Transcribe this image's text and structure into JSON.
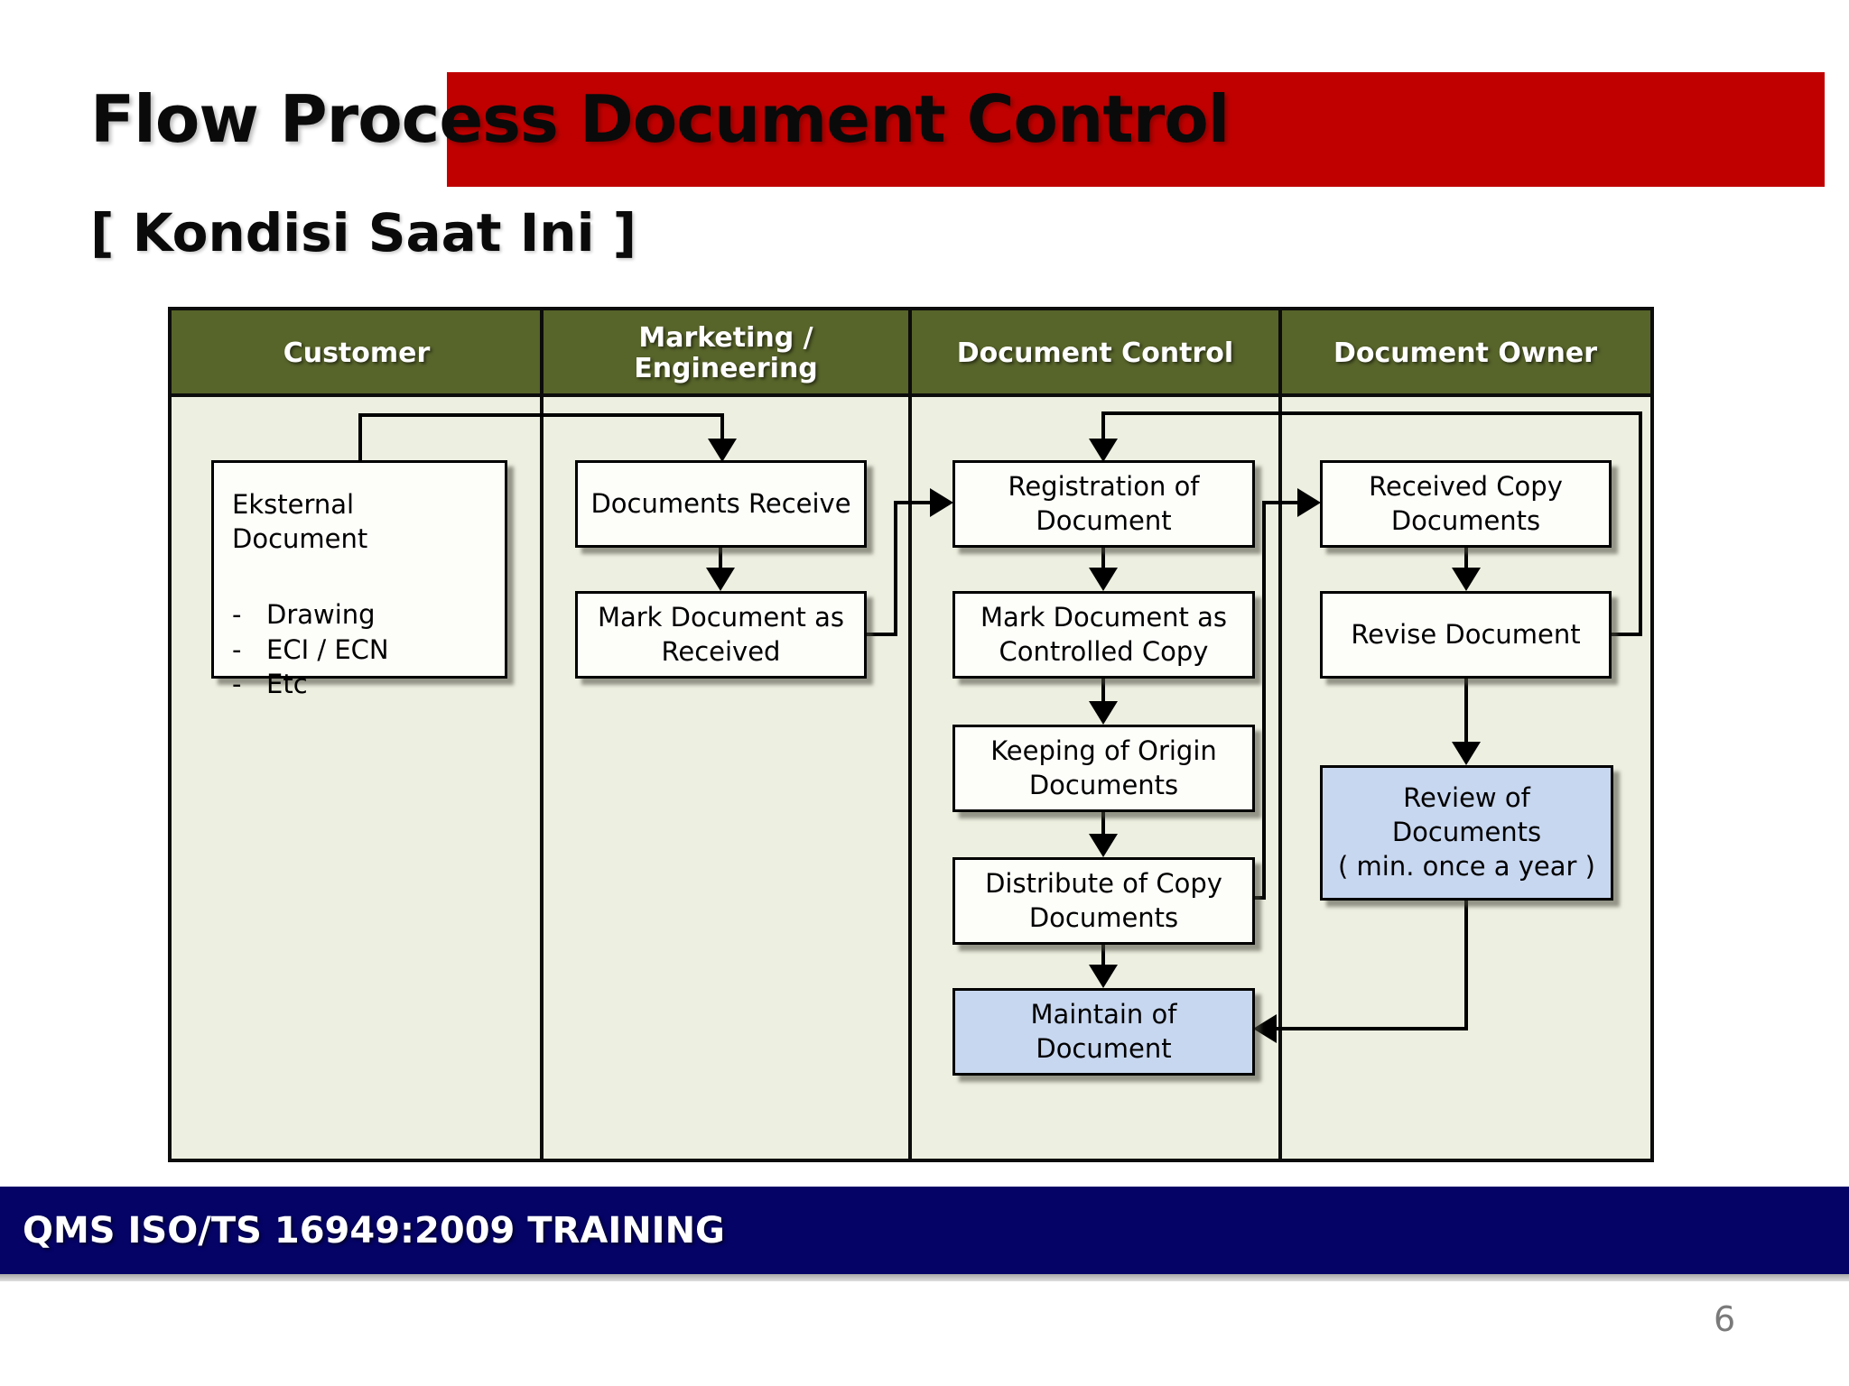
{
  "title": "Flow Process Document Control",
  "subtitle": "[ Kondisi Saat Ini ]",
  "page_number": "6",
  "footer": {
    "text": "QMS ISO/TS 16949:2009 TRAINING"
  },
  "colors": {
    "accent_red": "#c00000",
    "header_olive": "#57642a",
    "table_background": "#edefe0",
    "box_white": "#fdfdfa",
    "box_blue": "#c8d7f0",
    "footer_navy": "#050366"
  },
  "table": {
    "columns": [
      "Customer",
      "Marketing /\nEngineering",
      "Document Control",
      "Document Owner"
    ]
  },
  "diagram": {
    "customer": {
      "eksternal_title": "Eksternal Document",
      "bullet": "-",
      "items": [
        "Drawing",
        "ECI / ECN",
        "Etc"
      ]
    },
    "nodes": {
      "documents_receive": "Documents Receive",
      "mark_received": "Mark Document as\nReceived",
      "registration": "Registration of\nDocument",
      "mark_controlled": "Mark Document as\nControlled Copy",
      "keeping": "Keeping of Origin\nDocuments",
      "distribute": "Distribute of Copy\nDocuments",
      "maintain": "Maintain of\nDocument",
      "received_copy": "Received Copy\nDocuments",
      "revise": "Revise Document",
      "review": "Review of\nDocuments\n( min. once a year )"
    }
  }
}
